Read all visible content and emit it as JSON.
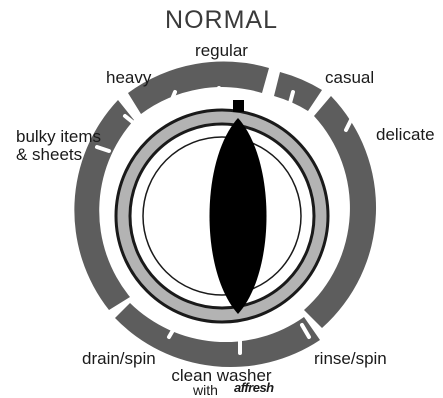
{
  "dial": {
    "group_title": "NORMAL",
    "cycles": {
      "regular": "regular",
      "heavy": "heavy",
      "casual": "casual",
      "bulky_line1": "bulky items",
      "bulky_line2": "& sheets",
      "delicate": "delicate",
      "drain_spin": "drain/spin",
      "rinse_spin": "rinse/spin",
      "clean_washer": "clean washer",
      "clean_washer_with": "with",
      "clean_washer_brand": "affresh"
    },
    "selected_cycle": "regular",
    "colors": {
      "ring": "#5d5d5d",
      "bezel": "#b3b3b3",
      "knob": "#000000",
      "background": "#ffffff"
    }
  }
}
